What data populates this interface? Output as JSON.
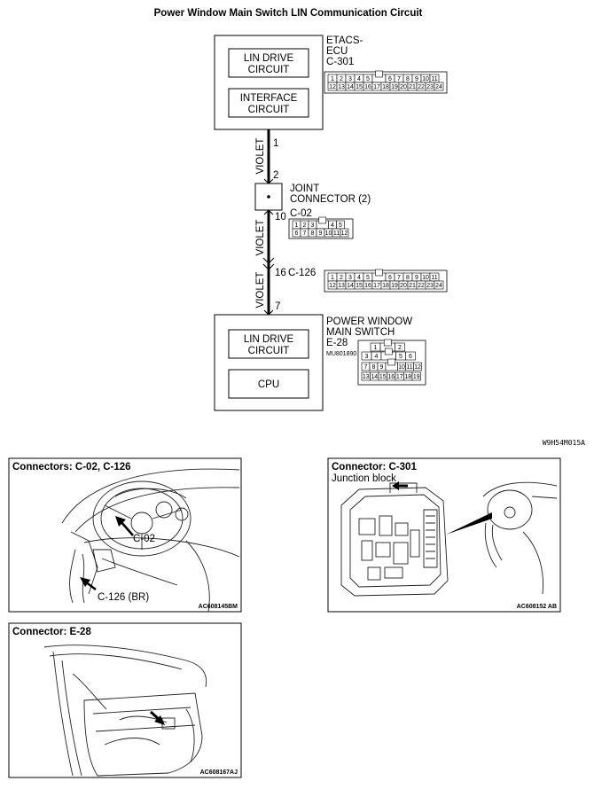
{
  "title": "Power Window Main Switch LIN Communication Circuit",
  "etacs": {
    "name_line1": "ETACS-",
    "name_line2": "ECU",
    "connector": "C-301",
    "block1_line1": "LIN DRIVE",
    "block1_line2": "CIRCUIT",
    "block2_line1": "INTERFACE",
    "block2_line2": "CIRCUIT"
  },
  "wires": {
    "color": "VIOLET",
    "pin_etacs": "1",
    "pin_joint_in": "2",
    "pin_joint_out": "10",
    "pin_c126": "16",
    "pin_switch": "7"
  },
  "joint": {
    "name_line1": "JOINT",
    "name_line2": "CONNECTOR (2)",
    "connector": "C-02"
  },
  "c126": {
    "label": "C-126"
  },
  "switch": {
    "name_line1": "POWER WINDOW",
    "name_line2": "MAIN SWITCH",
    "connector": "E-28",
    "part_code": "MU801890",
    "block1_line1": "LIN DRIVE",
    "block1_line2": "CIRCUIT",
    "block2": "CPU"
  },
  "pins24": {
    "top": [
      "1",
      "2",
      "3",
      "4",
      "5",
      "",
      "6",
      "7",
      "8",
      "9",
      "10",
      "11"
    ],
    "bottom": [
      "12",
      "13",
      "14",
      "15",
      "16",
      "17",
      "18",
      "19",
      "20",
      "21",
      "22",
      "23",
      "24"
    ]
  },
  "pins12": {
    "top": [
      "1",
      "2",
      "3",
      "",
      "4",
      "5"
    ],
    "bottom": [
      "6",
      "7",
      "8",
      "9",
      "10",
      "11",
      "12"
    ]
  },
  "pinsE28": {
    "row1": [
      "1",
      "",
      "2"
    ],
    "row2": [
      "3",
      "4",
      "",
      "5",
      "6"
    ],
    "row3": [
      "7",
      "8",
      "9",
      "",
      "10",
      "11",
      "12"
    ],
    "row4": [
      "13",
      "14",
      "15",
      "16",
      "17",
      "18",
      "19"
    ]
  },
  "diagram_code": "W9H54M015A",
  "panels": {
    "p1": {
      "title": "Connectors: C-02, C-126",
      "callout1": "C-02",
      "callout2": "C-126 (BR)",
      "code": "AC608145BM"
    },
    "p2": {
      "title": "Connector: C-301",
      "subtitle": "Junction block",
      "code": "AC608152 AB"
    },
    "p3": {
      "title": "Connector: E-28",
      "code": "AC608167AJ"
    }
  }
}
